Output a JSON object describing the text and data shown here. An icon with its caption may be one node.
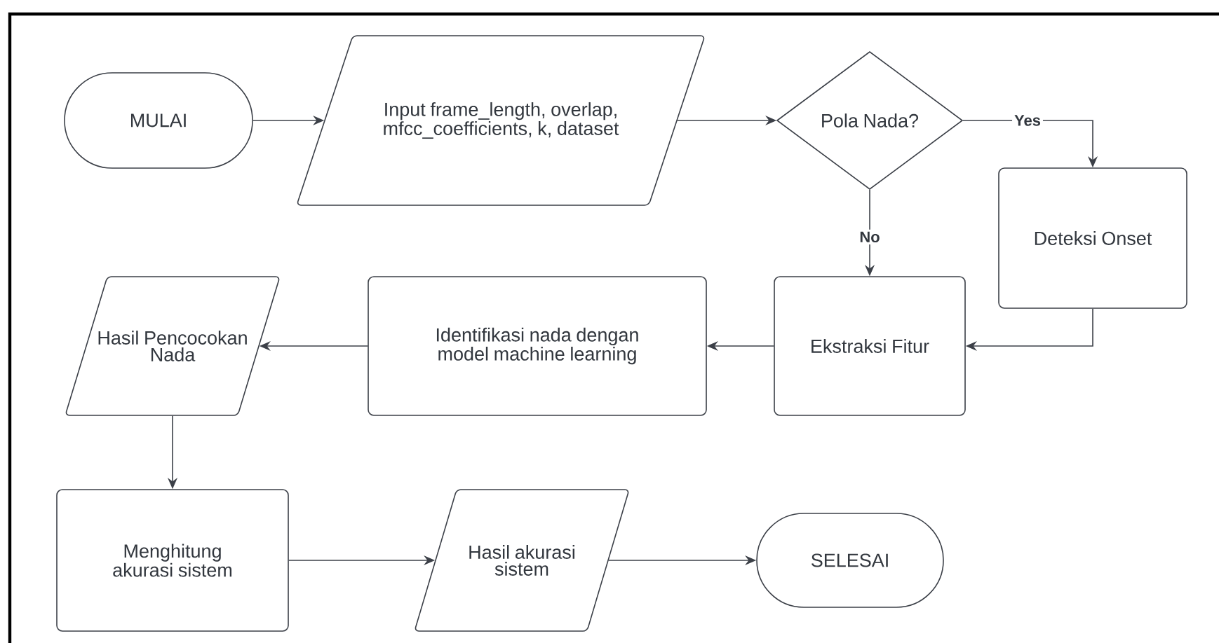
{
  "diagram": {
    "nodes": [
      {
        "text": [
          "MULAI"
        ]
      },
      {
        "text": [
          "Input frame_length, overlap, mfcc_coefficients, k, dataset"
        ]
      },
      {
        "text": [
          "Pola Nada?"
        ]
      },
      {
        "text": [
          "Deteksi Onset"
        ]
      },
      {
        "text": [
          "Ekstraksi Fitur"
        ]
      },
      {
        "text": [
          "Identifikasi nada dengan model machine learning"
        ]
      },
      {
        "text": [
          "Hasil Pencocokan Nada"
        ]
      },
      {
        "text": [
          "Menghitung akurasi sistem"
        ]
      },
      {
        "text": [
          "Hasil akurasi sistem"
        ]
      },
      {
        "text": [
          "SELESAI"
        ]
      }
    ],
    "edges": [
      {
        "from": 0,
        "to": 1,
        "arrow": "to"
      },
      {
        "from": 1,
        "to": 2,
        "arrow": "to"
      },
      {
        "from": 2,
        "to": 3,
        "arrow": "to",
        "label": "Yes"
      },
      {
        "from": 2,
        "to": 4,
        "arrow": "to",
        "label": "No"
      },
      {
        "from": 3,
        "to": 4,
        "arrow": "to"
      },
      {
        "from": 4,
        "to": 5,
        "arrow": "to"
      },
      {
        "from": 5,
        "to": 6,
        "arrow": "to"
      },
      {
        "from": 6,
        "to": 7,
        "arrow": "to"
      },
      {
        "from": 7,
        "to": 8,
        "arrow": "to"
      },
      {
        "from": 8,
        "to": 9,
        "arrow": "to"
      }
    ]
  }
}
